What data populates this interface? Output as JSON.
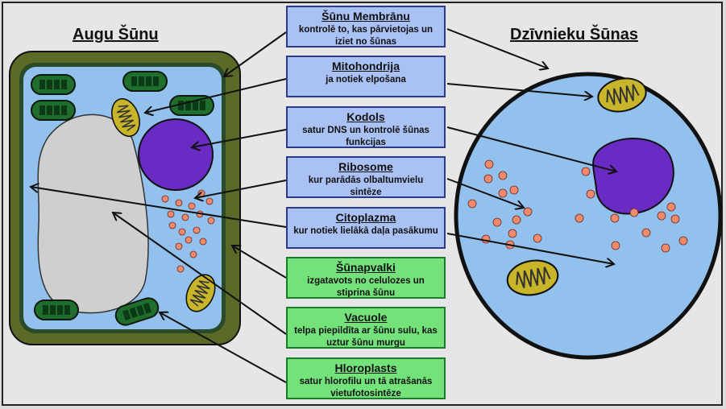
{
  "titles": {
    "plant": "Augu Šūnu",
    "animal": "Dzīvnieku Šūnas"
  },
  "labels": [
    {
      "id": "membrana",
      "heading": "Šūnu Membrānu",
      "desc": "kontrolē to, kas pārvietojas un iziet no šūnas",
      "group": "both"
    },
    {
      "id": "mitohondrija",
      "heading": "Mitohondrija",
      "desc": "ja notiek elpošana",
      "group": "both"
    },
    {
      "id": "kodols",
      "heading": "Kodols",
      "desc": "satur DNS un kontrolē šūnas funkcijas",
      "group": "both"
    },
    {
      "id": "ribosome",
      "heading": "Ribosome",
      "desc": "kur parādās olbaltumvielu sintēze",
      "group": "both"
    },
    {
      "id": "citoplazma",
      "heading": "Citoplazma",
      "desc": "kur notiek lielākā daļa pasākumu",
      "group": "both"
    },
    {
      "id": "sunapvalki",
      "heading": "Šūnapvalki",
      "desc": "izgatavots no celulozes un stiprina šūnu",
      "group": "plant"
    },
    {
      "id": "vacuole",
      "heading": "Vacuole",
      "desc": "telpa piepildīta ar šūnu sulu, kas uztur šūnu murgu",
      "group": "plant"
    },
    {
      "id": "hloroplasts",
      "heading": "Hloroplasts",
      "desc": "satur hlorofilu un tā atrašanās vietufotosintēze",
      "group": "plant"
    }
  ],
  "colors": {
    "shared_box": "#a9c1f3",
    "plant_only_box": "#74e27a",
    "cytoplasm": "#93c1ee",
    "cell_wall": "#5b6a26",
    "nucleus": "#6a2bc4",
    "mitochondrion": "#c9b52a",
    "chloroplast": "#1f6e2e",
    "vacuole": "#cfcfcf",
    "ribosome": "#f08a6c"
  }
}
